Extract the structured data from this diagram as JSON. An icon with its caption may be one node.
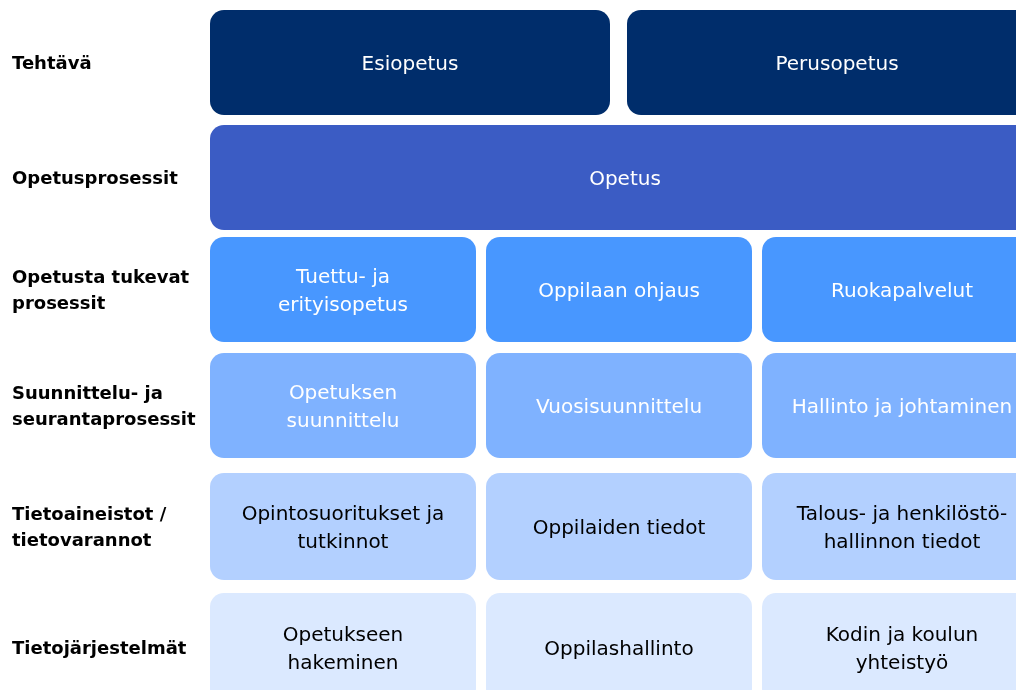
{
  "diagram": {
    "nodes": [
      {
        "text": [
          "Esiopetus"
        ]
      },
      {
        "text": [
          "Perusopetus"
        ]
      },
      {
        "text": [
          "Opetus"
        ]
      },
      {
        "text": [
          "Tuettu- ja erityisopetus"
        ]
      },
      {
        "text": [
          "Oppilaan ohjaus"
        ]
      },
      {
        "text": [
          "Ruokapalvelut"
        ]
      },
      {
        "text": [
          "Opetuksen suunnittelu"
        ]
      },
      {
        "text": [
          "Vuosisuunnittelu"
        ]
      },
      {
        "text": [
          "Hallinto ja johtaminen"
        ]
      },
      {
        "text": [
          "Opintosuoritukset ja tutkinnot"
        ]
      },
      {
        "text": [
          "Oppilaiden tiedot"
        ]
      },
      {
        "text": [
          "Talous- ja henkilöstö- hallinnon tiedot"
        ]
      },
      {
        "text": [
          "Opetukseen hakeminen"
        ]
      },
      {
        "text": [
          "Oppilashallinto"
        ]
      },
      {
        "text": [
          "Kodin ja koulun yhteistyö"
        ]
      }
    ],
    "edges": [],
    "labels": [
      "Tehtävä",
      "Opetusprosessit",
      "Opetusta tukevat prosessit",
      "Suunnittelu- ja seurantaprosessit",
      "Tietoaineistot / tietovarannot",
      "Tietojärjestelmät"
    ]
  }
}
